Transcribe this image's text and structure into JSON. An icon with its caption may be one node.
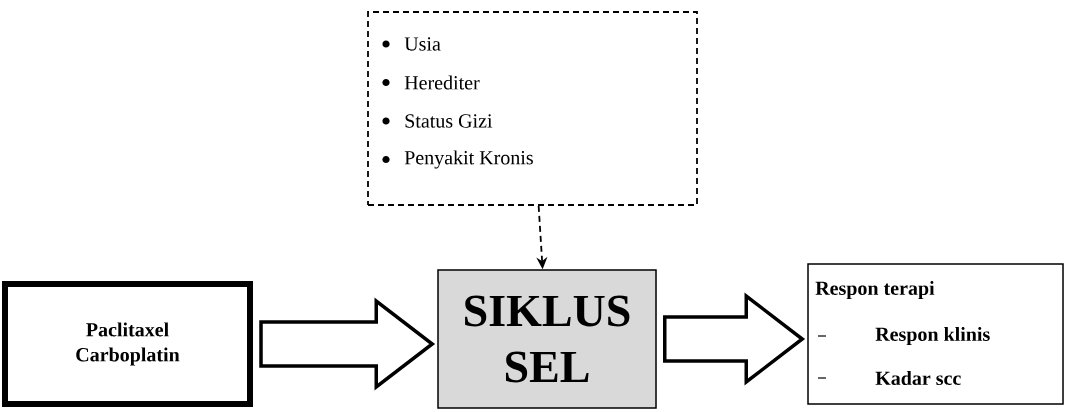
{
  "diagram": {
    "nodes": [
      {
        "text": [
          "Usia",
          "Herediter",
          "Status Gizi",
          "Penyakit Kronis"
        ]
      },
      {
        "text": [
          "Paclitaxel Carboplatin"
        ]
      },
      {
        "text": [
          "SIKLUS SEL"
        ]
      },
      {
        "text": [
          "Respon terapi",
          "Respon klinis",
          "Kadar scc"
        ]
      }
    ],
    "edges": [
      {
        "from": 0,
        "to": 2,
        "arrow": "to",
        "style": "dashed"
      },
      {
        "from": 1,
        "to": 2,
        "arrow": "to",
        "style": "thick"
      },
      {
        "from": 2,
        "to": 3,
        "arrow": "to",
        "style": "thick"
      }
    ]
  }
}
